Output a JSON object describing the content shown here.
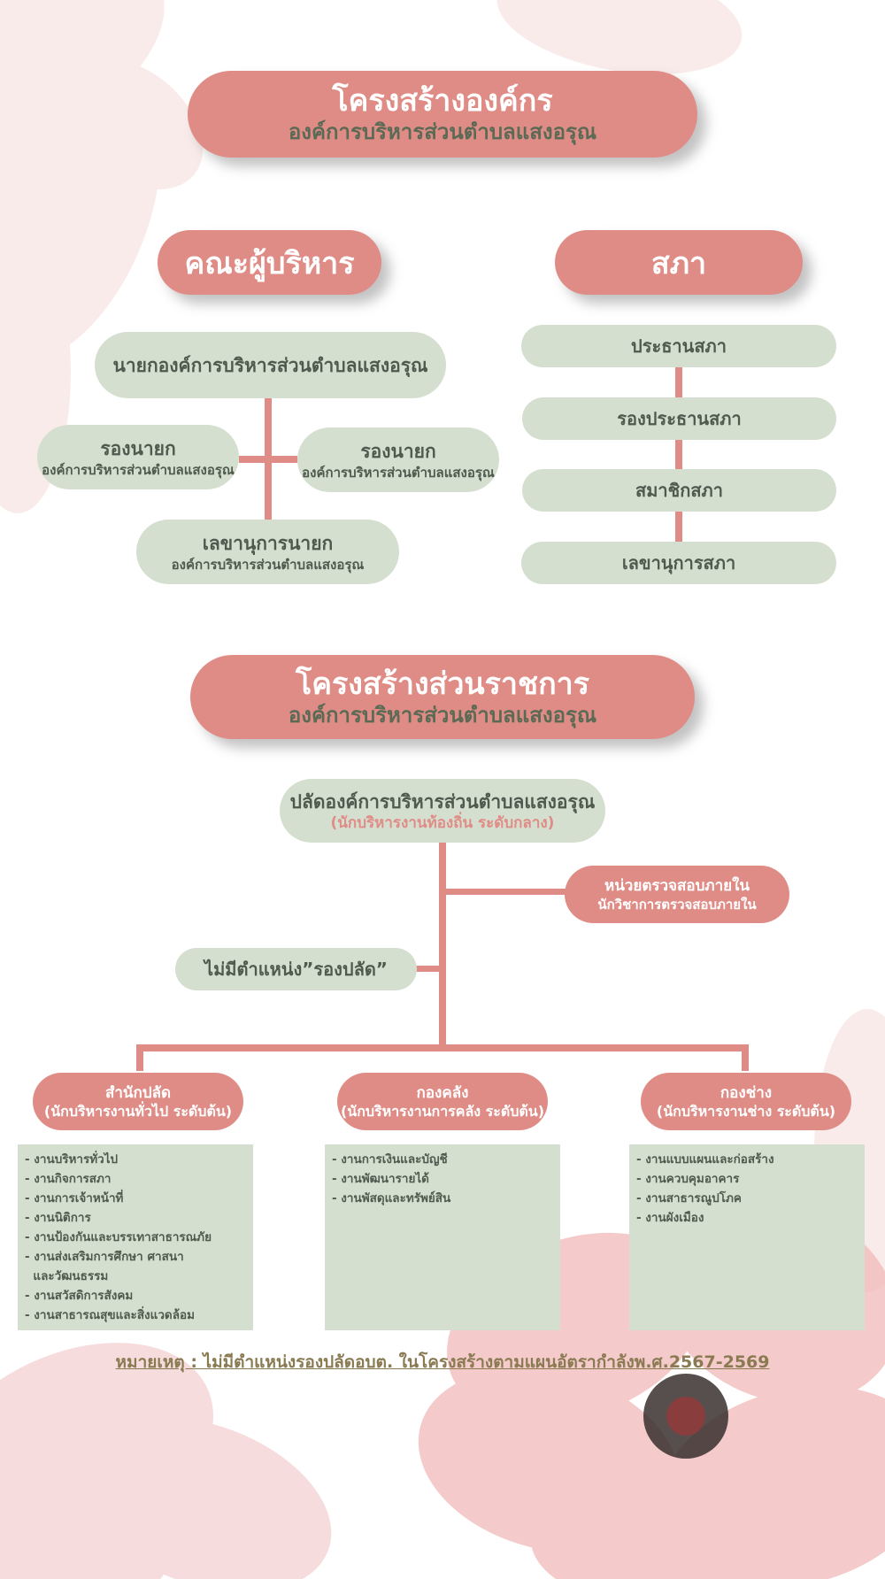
{
  "header": {
    "title": "โครงสร้างองค์กร",
    "subtitle": "องค์การบริหารส่วนตำบลแสงอรุณ"
  },
  "executive": {
    "heading": "คณะผู้บริหาร",
    "mayor": "นายกองค์การบริหารส่วนตำบลแสงอรุณ",
    "deputy_left": {
      "title": "รองนายก",
      "org": "องค์การบริหารส่วนตำบลแสงอรุณ"
    },
    "deputy_right": {
      "title": "รองนายก",
      "org": "องค์การบริหารส่วนตำบลแสงอรุณ"
    },
    "secretary": {
      "title": "เลขานุการนายก",
      "org": "องค์การบริหารส่วนตำบลแสงอรุณ"
    }
  },
  "council": {
    "heading": "สภา",
    "members": [
      "ประธานสภา",
      "รองประธานสภา",
      "สมาชิกสภา",
      "เลขานุการสภา"
    ]
  },
  "administration": {
    "title": "โครงสร้างส่วนราชการ",
    "subtitle": "องค์การบริหารส่วนตำบลแสงอรุณ",
    "chief": {
      "title": "ปลัดองค์การบริหารส่วนตำบลแสงอรุณ",
      "level": "(นักบริหารงานท้องถิ่น ระดับกลาง)"
    },
    "audit": {
      "title": "หน่วยตรวจสอบภายใน",
      "position": "นักวิชาการตรวจสอบภายใน"
    },
    "no_deputy": "ไม่มีตำแหน่ง”รองปลัด”",
    "divisions": [
      {
        "name": "สำนักปลัด",
        "level": "(นักบริหารงานทั่วไป ระดับต้น)",
        "tasks": [
          "- งานบริหารทั่วไป",
          "- งานกิจการสภา",
          "- งานการเจ้าหน้าที่",
          "- งานนิติการ",
          "- งานป้องกันและบรรเทาสาธารณภัย",
          "- งานส่งเสริมการศึกษา ศาสนา",
          "  และวัฒนธรรม",
          "- งานสวัสดิการสังคม",
          "- งานสาธารณสุขและสิ่งแวดล้อม"
        ]
      },
      {
        "name": "กองคลัง",
        "level": "(นักบริหารงานการคลัง ระดับต้น)",
        "tasks": [
          "- งานการเงินและบัญชี",
          "- งานพัฒนารายได้",
          "- งานพัสดุและทรัพย์สิน"
        ]
      },
      {
        "name": "กองช่าง",
        "level": "(นักบริหารงานช่าง ระดับต้น)",
        "tasks": [
          "- งานแบบแผนและก่อสร้าง",
          "- งานควบคุมอาคาร",
          "- งานสาธารณูปโภค",
          "- งานผังเมือง"
        ]
      }
    ]
  },
  "note": "หมายเหตุ : ไม่มีตำแหน่งรองปลัดอบต. ในโครงสร้างตามแผนอัตรากำลังพ.ศ.2567-2569",
  "colors": {
    "accent_pink": "#e08c86",
    "sage_green": "#d5dfd0",
    "text_green": "#5b6a55"
  }
}
